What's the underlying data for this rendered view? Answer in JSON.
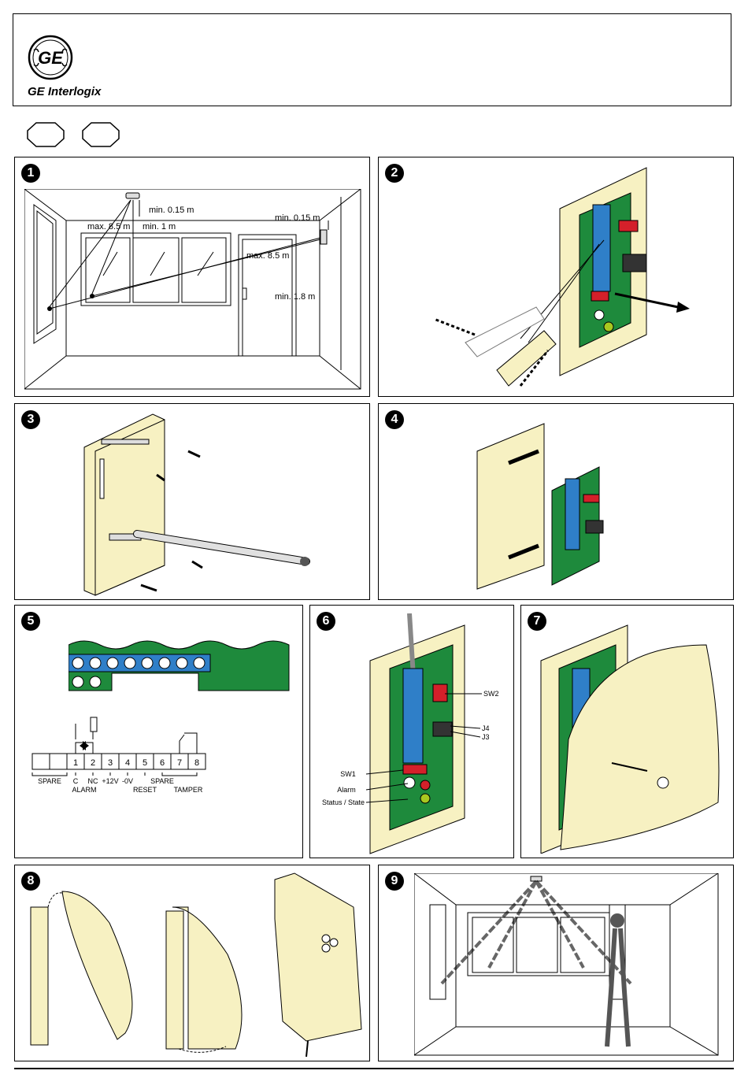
{
  "header": {
    "brand": "GE Interlogix",
    "logo_text": "GE"
  },
  "steps": [
    {
      "number": "1"
    },
    {
      "number": "2"
    },
    {
      "number": "3"
    },
    {
      "number": "4"
    },
    {
      "number": "5"
    },
    {
      "number": "6"
    },
    {
      "number": "7"
    },
    {
      "number": "8"
    },
    {
      "number": "9"
    }
  ],
  "step1": {
    "labels": {
      "min015_top": "min. 0.15 m",
      "min1": "min. 1 m",
      "max85_left": "max. 8.5 m",
      "min015_right": "min. 0.15 m",
      "max85_right": "max. 8.5 m",
      "min18": "min. 1.8 m"
    }
  },
  "step5": {
    "terminals": [
      "",
      "",
      "1",
      "2",
      "3",
      "4",
      "5",
      "6",
      "7",
      "8"
    ],
    "labels": {
      "spare_left": "SPARE",
      "c": "C",
      "nc": "NC",
      "alarm": "ALARM",
      "plus12v": "+12V",
      "minus0v": "-0V",
      "reset": "RESET",
      "spare_right": "SPARE",
      "tamper": "TAMPER"
    }
  },
  "step6": {
    "labels": {
      "sw2": "SW2",
      "j4": "J4",
      "j3": "J3",
      "sw1": "SW1",
      "alarm": "Alarm",
      "status": "Status / State"
    }
  },
  "colors": {
    "beige": "#f7f1c2",
    "board_green": "#1e8a3c",
    "terminal_blue": "#2f7fc8",
    "red": "#d4202a",
    "yellow_green": "#a8c820"
  }
}
